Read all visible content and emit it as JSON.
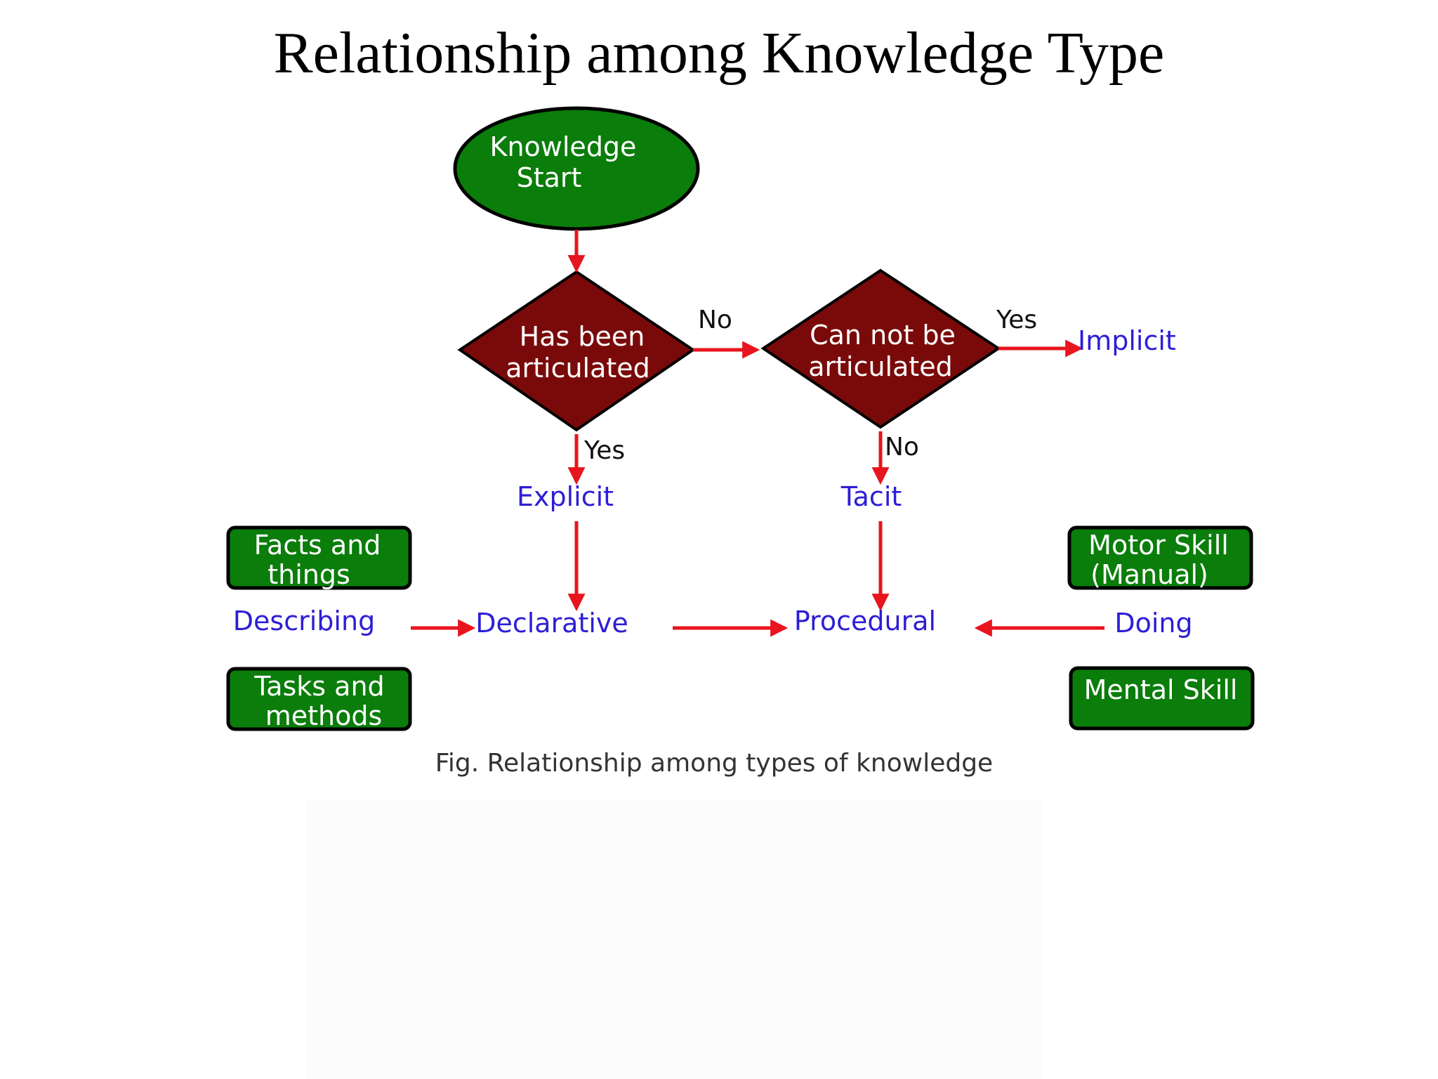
{
  "slide": {
    "title": "Relationship among Knowledge Type"
  },
  "diagram": {
    "start": {
      "line1": "Knowledge",
      "line2": "Start"
    },
    "decision_articulated": {
      "line1": "Has been",
      "line2": "articulated"
    },
    "decision_not_articulated": {
      "line1": "Can not be",
      "line2": "articulated"
    },
    "edge_labels": {
      "articulated_no": "No",
      "articulated_yes": "Yes",
      "not_articulated_yes": "Yes",
      "not_articulated_no": "No"
    },
    "outcomes": {
      "implicit": "Implicit",
      "explicit": "Explicit",
      "tacit": "Tacit",
      "declarative": "Declarative",
      "procedural": "Procedural",
      "describing": "Describing",
      "doing": "Doing"
    },
    "boxes": {
      "facts": {
        "line1": "Facts and",
        "line2": "things"
      },
      "tasks": {
        "line1": "Tasks and",
        "line2": "methods"
      },
      "motor": {
        "line1": "Motor Skill",
        "line2": "(Manual)"
      },
      "mental": {
        "line1": "Mental Skill"
      }
    },
    "caption": "Fig. Relationship among types of knowledge",
    "colors": {
      "start_fill": "#0a7d0a",
      "decision_fill": "#7a0a0a",
      "box_fill": "#0a7d0a",
      "arrow": "#e8141e",
      "outcome_text": "#2d1ed6"
    }
  }
}
